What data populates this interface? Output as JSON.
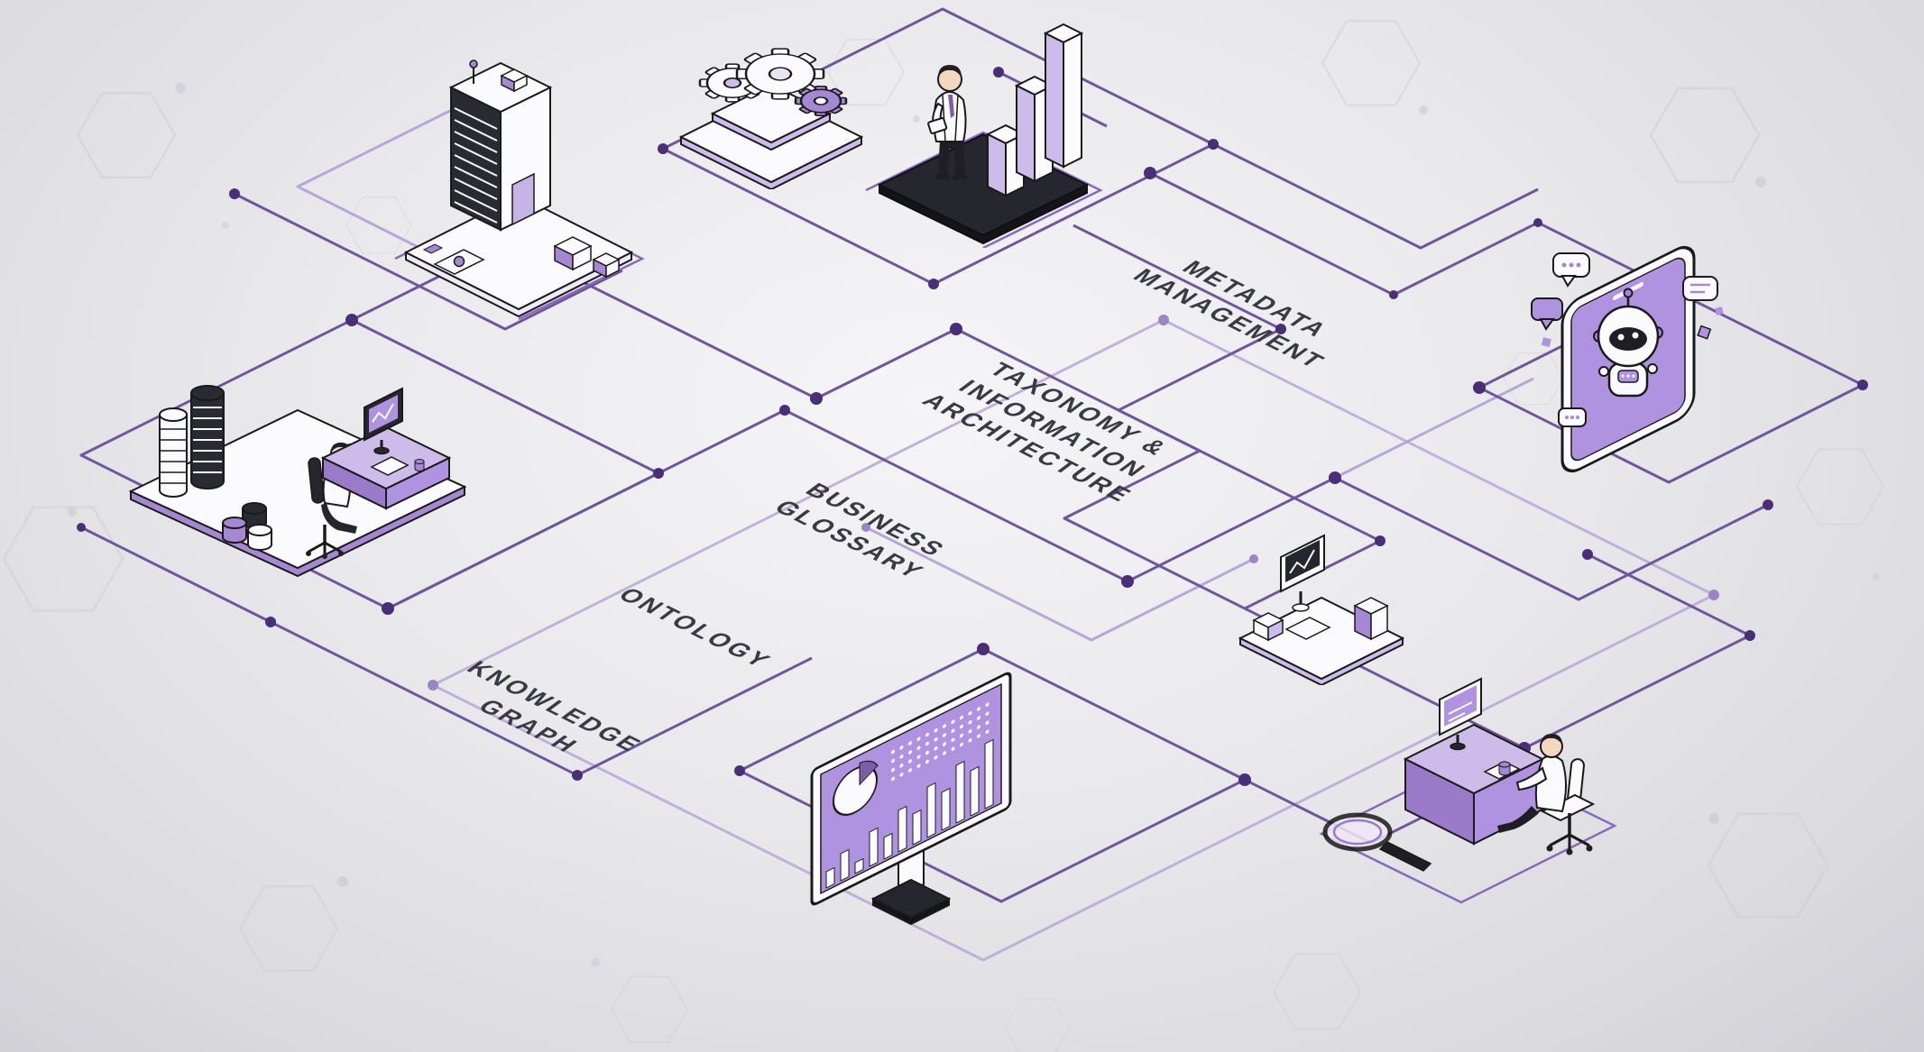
{
  "colors": {
    "accent": "#7b5ea7",
    "accent_mid": "#a687d4",
    "accent_light": "#cdbbea",
    "screen_purple": "#b093e0",
    "line": "#6f549e",
    "line_light": "#b7a6d8",
    "node": "#4a2e78",
    "outline": "#1a1a1a",
    "label_text": "#3a3a45",
    "platform_dark": "#26262e",
    "background": "#e9e9ec"
  },
  "labels": [
    {
      "id": "metadata-management",
      "lines": [
        "METADATA",
        "MANAGEMENT"
      ]
    },
    {
      "id": "taxonomy-information-architecture",
      "lines": [
        "TAXONOMY &",
        "INFORMATION",
        "ARCHITECTURE"
      ]
    },
    {
      "id": "business-glossary",
      "lines": [
        "BUSINESS",
        "GLOSSARY"
      ]
    },
    {
      "id": "ontology",
      "lines": [
        "ONTOLOGY"
      ]
    },
    {
      "id": "knowledge-graph",
      "lines": [
        "KNOWLEDGE",
        "GRAPH"
      ]
    }
  ],
  "illustrations": [
    {
      "id": "server-building",
      "name": "data-center-building"
    },
    {
      "id": "gears",
      "name": "process-gears"
    },
    {
      "id": "analyst-bar-chart",
      "name": "analyst-with-bar-chart"
    },
    {
      "id": "chatbot-phone",
      "name": "chatbot-on-smartphone"
    },
    {
      "id": "workstation-databases",
      "name": "workstation-with-database-towers"
    },
    {
      "id": "dashboard-monitor",
      "name": "dashboard-monitor-with-charts"
    },
    {
      "id": "desktop-computer",
      "name": "desktop-computer-setup"
    },
    {
      "id": "researcher-desk",
      "name": "researcher-desk-with-magnifier"
    }
  ]
}
